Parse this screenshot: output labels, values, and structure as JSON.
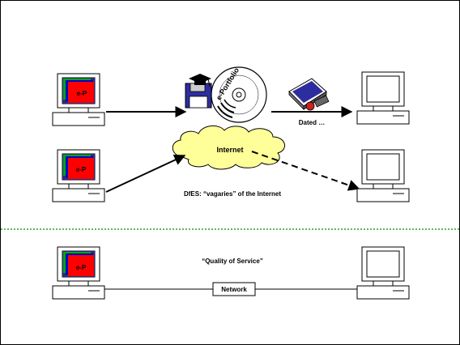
{
  "labels": {
    "ep_full": "e-P",
    "ep_mid": "e-P",
    "ep_bottom": "e-P",
    "eportfolio": "e-Portfolio",
    "dated": "Dated …",
    "internet": "Internet",
    "dfes": "DfES: “vagaries” of the Internet",
    "qos": "“Quality of Service”",
    "network": "Network"
  },
  "colors": {
    "screen_red": "#ff0000",
    "screen_green": "#00aa00",
    "screen_blue": "#0000cc",
    "cloud_fill": "#ffff99",
    "divider": "#339933",
    "disk_blue": "#2d2d9f",
    "computer_fill": "#ffffff"
  }
}
